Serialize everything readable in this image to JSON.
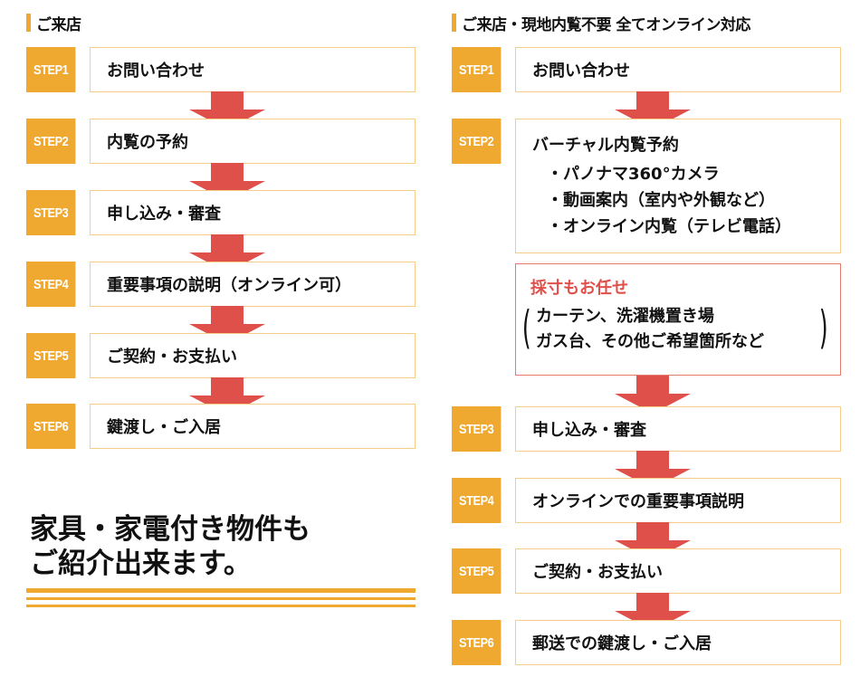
{
  "left": {
    "heading": "ご来店",
    "steps": [
      {
        "badge": "STEP1",
        "text": "お問い合わせ"
      },
      {
        "badge": "STEP2",
        "text": "内覧の予約"
      },
      {
        "badge": "STEP3",
        "text": "申し込み・審査"
      },
      {
        "badge": "STEP4",
        "text": "重要事項の説明（オンライン可）"
      },
      {
        "badge": "STEP5",
        "text": "ご契約・お支払い"
      },
      {
        "badge": "STEP6",
        "text": "鍵渡し・ご入居"
      }
    ],
    "promo": {
      "line1": "家具・家電付き物件も",
      "line2": "ご紹介出来ます。"
    }
  },
  "right": {
    "heading": "ご来店・現地内覧不要 全てオンライン対応",
    "steps": [
      {
        "badge": "STEP1",
        "text": "お問い合わせ"
      },
      {
        "badge": "STEP2",
        "text": "バーチャル内覧予約",
        "bullets": [
          "・パノナマ360°カメラ",
          "・動画案内（室内や外観など）",
          "・オンライン内覧（テレビ電話）"
        ]
      },
      {
        "badge": "STEP3",
        "text": "申し込み・審査"
      },
      {
        "badge": "STEP4",
        "text": "オンラインでの重要事項説明"
      },
      {
        "badge": "STEP5",
        "text": "ご契約・お支払い"
      },
      {
        "badge": "STEP6",
        "text": "郵送での鍵渡し・ご入居"
      }
    ],
    "note": {
      "title": "採寸もお任せ",
      "line1": "カーテン、洗濯機置き場",
      "line2": "ガス台、その他ご希望箇所など",
      "paren_open": "(",
      "paren_close": ")"
    }
  },
  "colors": {
    "badge": "#efa830",
    "box_border": "#f5cd86",
    "arrow": "#e0504a",
    "note_border": "#e27b6c",
    "note_title": "#e0504a"
  }
}
